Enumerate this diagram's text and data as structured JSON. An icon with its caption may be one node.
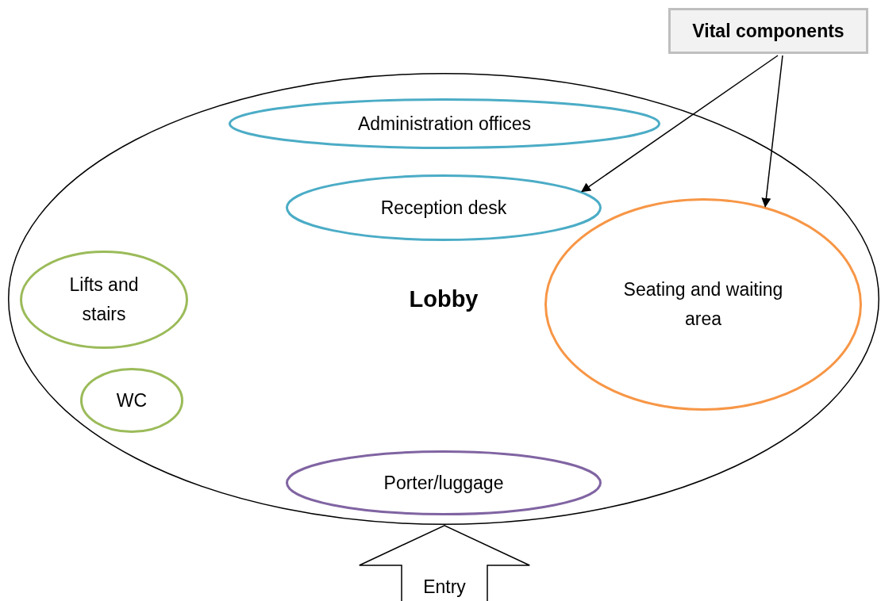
{
  "diagram": {
    "nodes": [
      {
        "text": [
          "Vital components"
        ]
      },
      {
        "text": [
          "Lobby"
        ]
      },
      {
        "text": [
          "Administration offices"
        ],
        "in": 1
      },
      {
        "text": [
          "Reception desk"
        ],
        "in": 1
      },
      {
        "text": [
          "Lifts and stairs"
        ],
        "in": 1
      },
      {
        "text": [
          "Seating and waiting area"
        ],
        "in": 1
      },
      {
        "text": [
          "WC"
        ],
        "in": 1
      },
      {
        "text": [
          "Porter/luggage"
        ],
        "in": 1
      },
      {
        "text": [
          "Entry"
        ]
      }
    ],
    "edges": [
      {
        "from": 0,
        "to": 3,
        "arrow": "to"
      },
      {
        "from": 0,
        "to": 5,
        "arrow": "to"
      }
    ]
  }
}
